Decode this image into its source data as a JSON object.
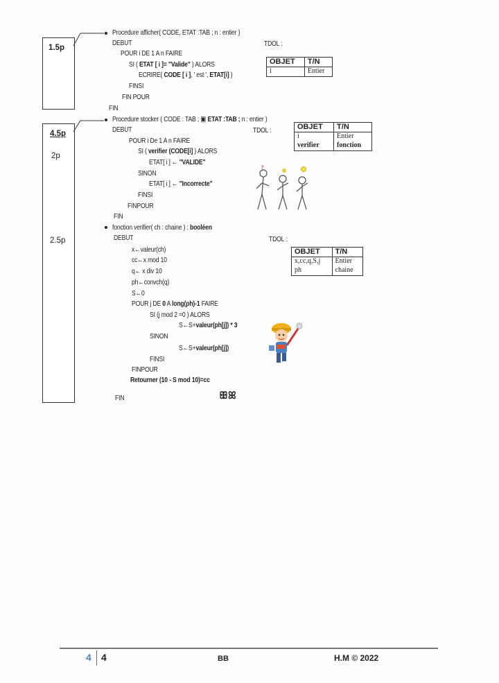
{
  "scores": {
    "s1": "1.5p",
    "s2": "4.5p",
    "s3": "2p",
    "s4": "2.5p"
  },
  "section1": {
    "title": "Procedure afficher( CODE, ETAT :TAB ;  n : entier )",
    "lines": [
      "DEBUT",
      "POUR  i  DE 1 A n FAIRE",
      "SI ( ETAT [ i ]= \"Valide\"  )  ALORS",
      "ECRIRE( CODE [ i ], ' est ', ETAT[i] )",
      "FINSI",
      "FIN POUR",
      "FIN"
    ],
    "tdol_label": "TDOL :",
    "table": {
      "h1": "OBJET",
      "h2": "T/N",
      "rows": [
        [
          "i",
          "Entier"
        ]
      ]
    }
  },
  "section2": {
    "title": "Procedure stocker ( CODE  : TAB ; ▣ ETAT :TAB ;  n : entier )",
    "lines": [
      "DEBUT",
      "POUR   i  De  1  A  n  FAIRE",
      "SI ( verifier (CODE[i] ) ALORS",
      "ETAT[ i ] ← \"VALIDE\"",
      "SINON",
      "ETAT[ i ] ← \"Incorrecte\"",
      "FINSI",
      "FINPOUR",
      "FIN"
    ],
    "tdol_label": "TDOL :",
    "table": {
      "h1": "OBJET",
      "h2": "T/N",
      "rows": [
        [
          "i",
          "Entier"
        ],
        [
          "verifier",
          "fonction"
        ]
      ]
    }
  },
  "section3": {
    "title": "fonction verifier( ch : chaine ) : booléen",
    "lines": [
      "DEBUT",
      "x←valeur(ch)",
      "cc←x mod 10",
      "q← x div 10",
      "ph←convch(q)",
      "S←0",
      "POUR j DE 0 A long(ph)-1 FAIRE",
      "SI (j mod 2 =0 ) ALORS",
      "S←S+valeur(ph[j]) * 3",
      "SINON",
      "S←S+valeur(ph[j])",
      "FINSI",
      "FINPOUR",
      "Retourner (10 - S mod 10)=cc",
      "FIN"
    ],
    "tdol_label": "TDOL :",
    "table": {
      "h1": "OBJET",
      "h2": "T/N",
      "rows": [
        [
          "x,cc,q,S,j",
          "Entier"
        ],
        [
          "ph",
          "chaine"
        ]
      ]
    }
  },
  "ornament": "ꕥꕤ",
  "footer": {
    "page_num_left": "4",
    "page_num_right": "4",
    "center": "BB",
    "right": "H.M © 2022"
  }
}
